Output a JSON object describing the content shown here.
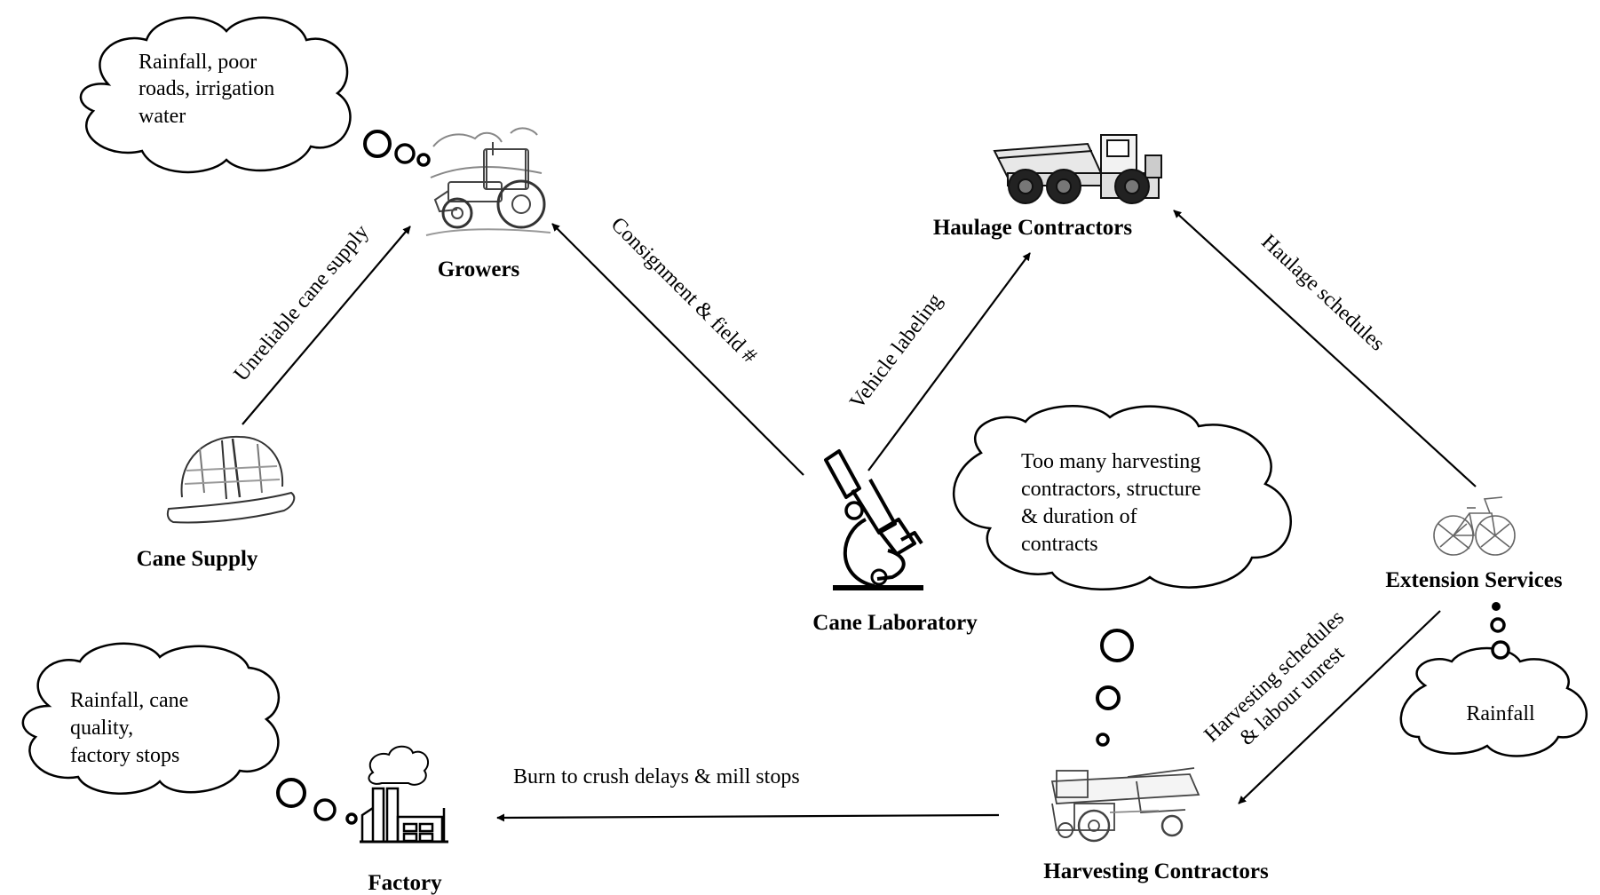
{
  "nodes": {
    "growers": "Growers",
    "haulage": "Haulage Contractors",
    "cane_supply": "Cane Supply",
    "cane_laboratory": "Cane Laboratory",
    "extension_services": "Extension Services",
    "factory": "Factory",
    "harvesting": "Harvesting Contractors"
  },
  "edges": {
    "unreliable_supply": "Unreliable cane supply",
    "consignment": "Consignment & field #",
    "vehicle_labeling": "Vehicle labeling",
    "haulage_schedules": "Haulage schedules",
    "harvest_line1": "Harvesting schedules",
    "harvest_line2": "& labour unrest",
    "burn_to_crush": "Burn to crush delays & mill stops"
  },
  "clouds": {
    "growers": [
      "Rainfall, poor",
      "roads, irrigation",
      "water"
    ],
    "harvesting": [
      "Too many harvesting",
      "contractors, structure",
      "& duration of",
      "contracts"
    ],
    "factory": [
      "Rainfall, cane",
      "quality,",
      "factory stops"
    ],
    "extension": [
      "Rainfall"
    ]
  },
  "icons": {
    "growers": "tractor-icon",
    "haulage": "dump-truck-icon",
    "cane_supply": "hard-hat-icon",
    "cane_laboratory": "microscope-icon",
    "extension_services": "bicycle-icon",
    "factory": "factory-icon",
    "harvesting": "combine-harvester-icon"
  }
}
